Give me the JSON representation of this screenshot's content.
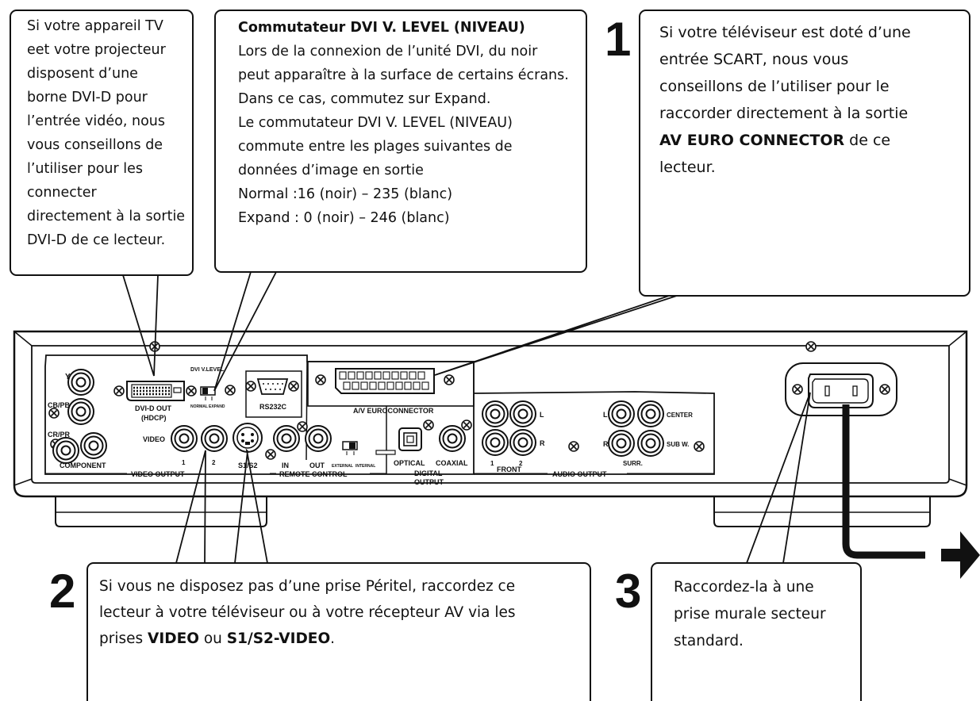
{
  "callouts": {
    "dvi_d": {
      "lines": [
        "Si votre appareil TV",
        "eet votre projecteur",
        "disposent  d’une",
        "borne  DVI-D pour",
        "l’entrée vidéo, nous",
        "vous conseillons de",
        "l’utiliser pour les",
        "connecter",
        "directement à la sortie",
        "DVI-D de ce lecteur."
      ]
    },
    "dvi_level": {
      "title": "Commutateur DVI V. LEVEL (NIVEAU)",
      "lines": [
        "Lors de la connexion de l’unité DVI, du noir",
        "peut apparaître à la surface de certains écrans.",
        "Dans ce cas, commutez  sur Expand.",
        "Le commutateur DVI V. LEVEL (NIVEAU)",
        "commute entre les plages suivantes  de",
        "données d’image  en sortie",
        "Normal :16 (noir) – 235 (blanc)",
        "Expand : 0 (noir) – 246 (blanc)"
      ]
    },
    "step1": {
      "number": "1",
      "line1": "Si votre téléviseur est doté d’une",
      "line2": "entrée SCART, nous vous",
      "line3": "conseillons de l’utiliser pour le",
      "line4": "raccorder directement à la sortie",
      "line5_bold": "AV EURO CONNECTOR",
      "line5_rest": " de ce",
      "line6": "lecteur."
    },
    "step2": {
      "number": "2",
      "line1": "Si vous ne disposez pas d’une prise Péritel, raccordez ce",
      "line2": "lecteur à votre téléviseur ou à votre récepteur AV via les",
      "line3_a": "prises ",
      "line3_b": "VIDEO",
      "line3_c": " ou ",
      "line3_d": "S1/S2-VIDEO",
      "line3_e": "."
    },
    "step3": {
      "number": "3",
      "lines": [
        "Raccordez-la à une",
        "prise murale secteur",
        "standard."
      ]
    }
  },
  "panel_labels": {
    "y": "Y",
    "cb_pb": "CB/PB",
    "cr_pr": "CR/PR",
    "component": "COMPONENT",
    "dvi_out": "DVI-D OUT",
    "hdcp": "(HDCP)",
    "dvi_vlevel": "DVI V.LEVEL",
    "normal": "NORMAL",
    "expand": "EXPAND",
    "rs232c": "RS232C",
    "av_euro": "A/V EUROCONNECTOR",
    "video": "VIDEO",
    "video_1": "1",
    "video_2": "2",
    "s1s2": "S1/S2",
    "video_output": "VIDEO OUTPUT",
    "rc_in": "IN",
    "rc_out": "OUT",
    "external": "EXTERNAL",
    "internal": "INTERNAL",
    "remote_control": "REMOTE CONTROL",
    "optical": "OPTICAL",
    "coaxial": "COAXIAL",
    "digital": "DIGITAL",
    "output": "OUTPUT",
    "front_l": "L",
    "front_r": "R",
    "front_1": "1",
    "front_2": "2",
    "front": "FRONT",
    "surr_l": "L",
    "surr_r": "R",
    "center": "CENTER",
    "sub_w": "SUB W.",
    "surr": "SURR.",
    "audio_output": "AUDIO OUTPUT"
  }
}
